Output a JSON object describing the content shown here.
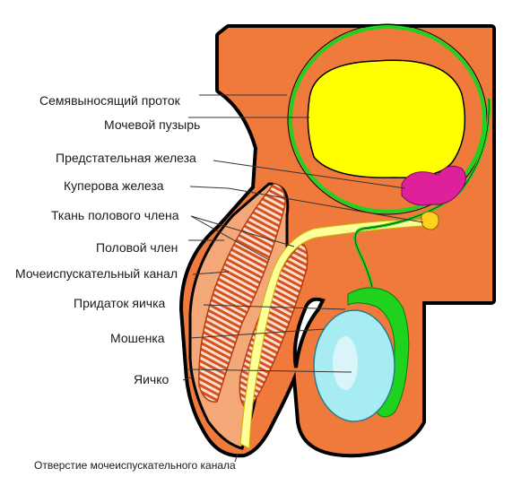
{
  "diagram": {
    "labels": {
      "vas_deferens": "Семявыносящий проток",
      "bladder": "Мочевой пузырь",
      "prostate": "Предстательная железа",
      "cowper": "Куперова железа",
      "erectile_tissue": "Ткань полового члена",
      "penis": "Половой член",
      "urethra": "Мочеиспускательный канал",
      "epididymis": "Придаток яичка",
      "scrotum": "Мошенка",
      "testis": "Яичко",
      "urethral_opening": "Отверстие мочеиспускательного канала"
    },
    "colors": {
      "body": "#f07a3c",
      "outline": "#000000",
      "bladder": "#ffff00",
      "duct": "#1ed21e",
      "prostate": "#e0209a",
      "cowper": "#ffd21e",
      "urethra": "#ffff99",
      "testis": "#a6ecf2",
      "erectile_tissue": "#d8501e",
      "erectile_bg": "#fbe0cf"
    }
  }
}
